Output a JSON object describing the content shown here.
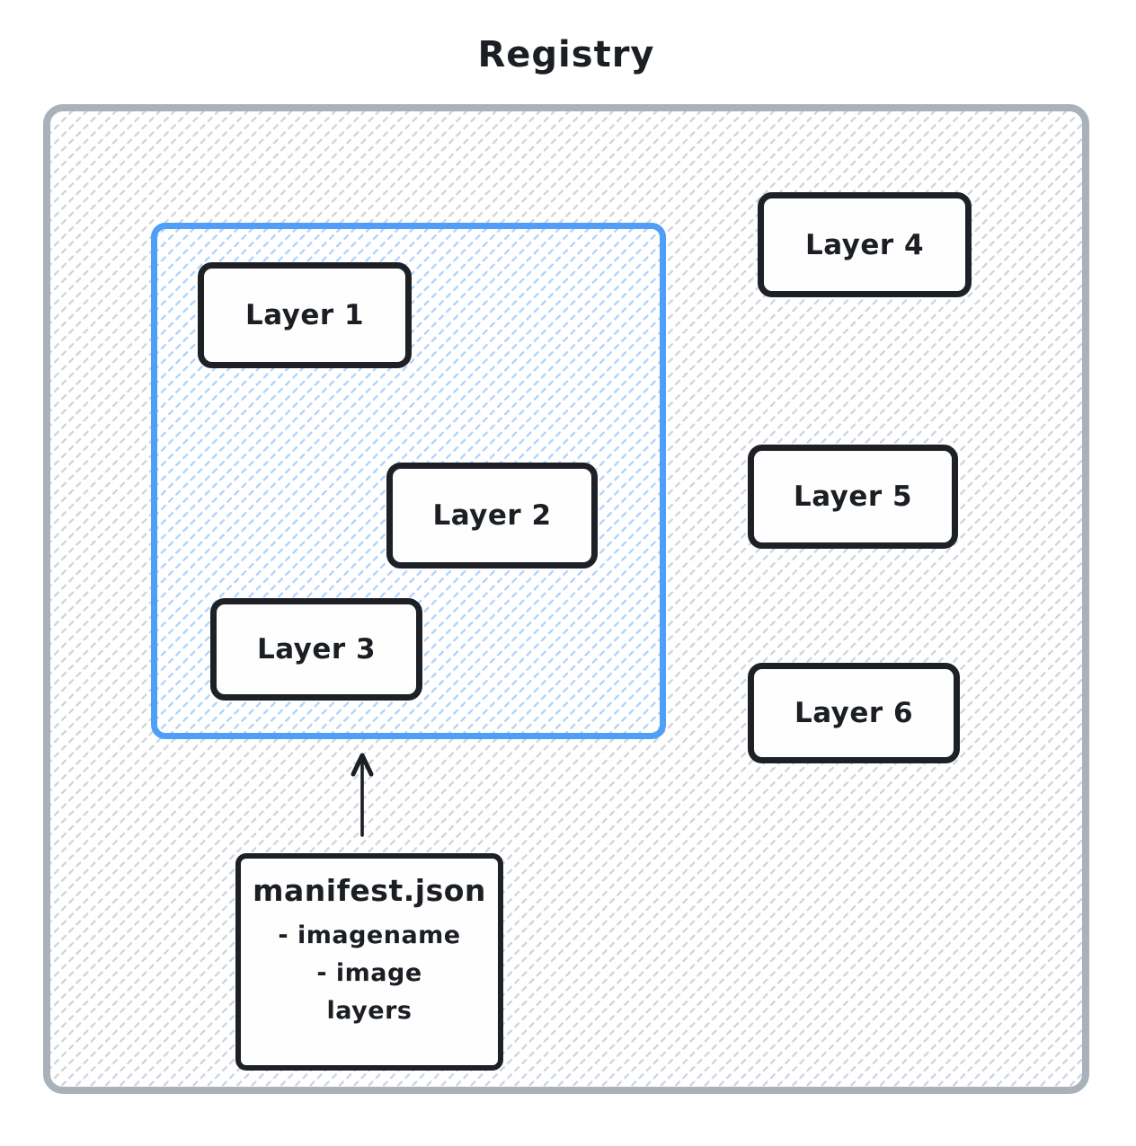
{
  "diagram": {
    "title": "Registry",
    "image_group": {
      "layers": [
        {
          "label": "Layer 1"
        },
        {
          "label": "Layer 2"
        },
        {
          "label": "Layer 3"
        }
      ]
    },
    "registry_layers": [
      {
        "label": "Layer 4"
      },
      {
        "label": "Layer 5"
      },
      {
        "label": "Layer 6"
      }
    ],
    "manifest": {
      "title": "manifest.json",
      "lines": [
        "- imagename",
        "- image",
        "layers"
      ]
    },
    "colors": {
      "outer_border": "#a9b1ba",
      "outer_hatch": "#cdd3da",
      "group_border": "#4f9ef7",
      "group_hatch": "#aed1f9",
      "node_border": "#1d2126",
      "node_fill": "#fefefe",
      "text": "#1b1e23",
      "arrow": "#1b1e23"
    }
  }
}
